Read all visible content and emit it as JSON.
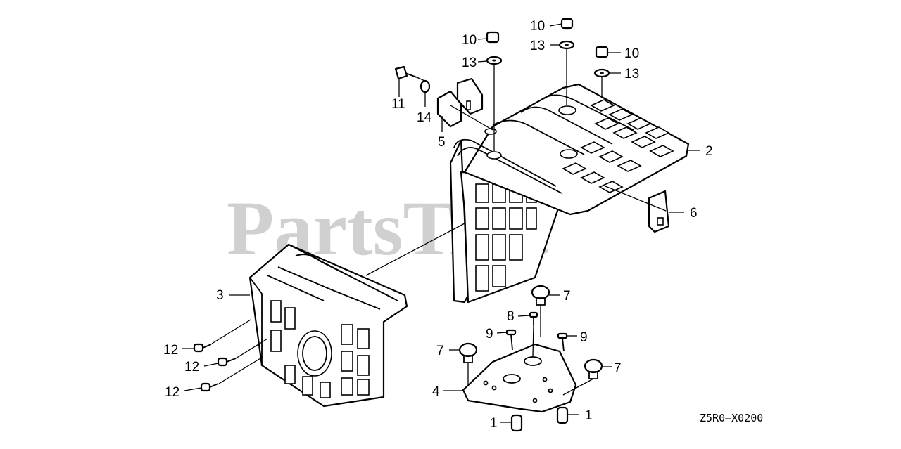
{
  "watermark": {
    "text": "PartsTree"
  },
  "drawing_code": "Z5R0—X0200",
  "callouts": {
    "c10a": "10",
    "c10b": "10",
    "c10c": "10",
    "c13a": "13",
    "c13b": "13",
    "c13c": "13",
    "c11": "11",
    "c14": "14",
    "c5": "5",
    "c2": "2",
    "c6": "6",
    "c3": "3",
    "c7a": "7",
    "c7b": "7",
    "c7c": "7",
    "c8": "8",
    "c9a": "9",
    "c9b": "9",
    "c12a": "12",
    "c12b": "12",
    "c12c": "12",
    "c4": "4",
    "c1a": "1",
    "c1b": "1"
  }
}
